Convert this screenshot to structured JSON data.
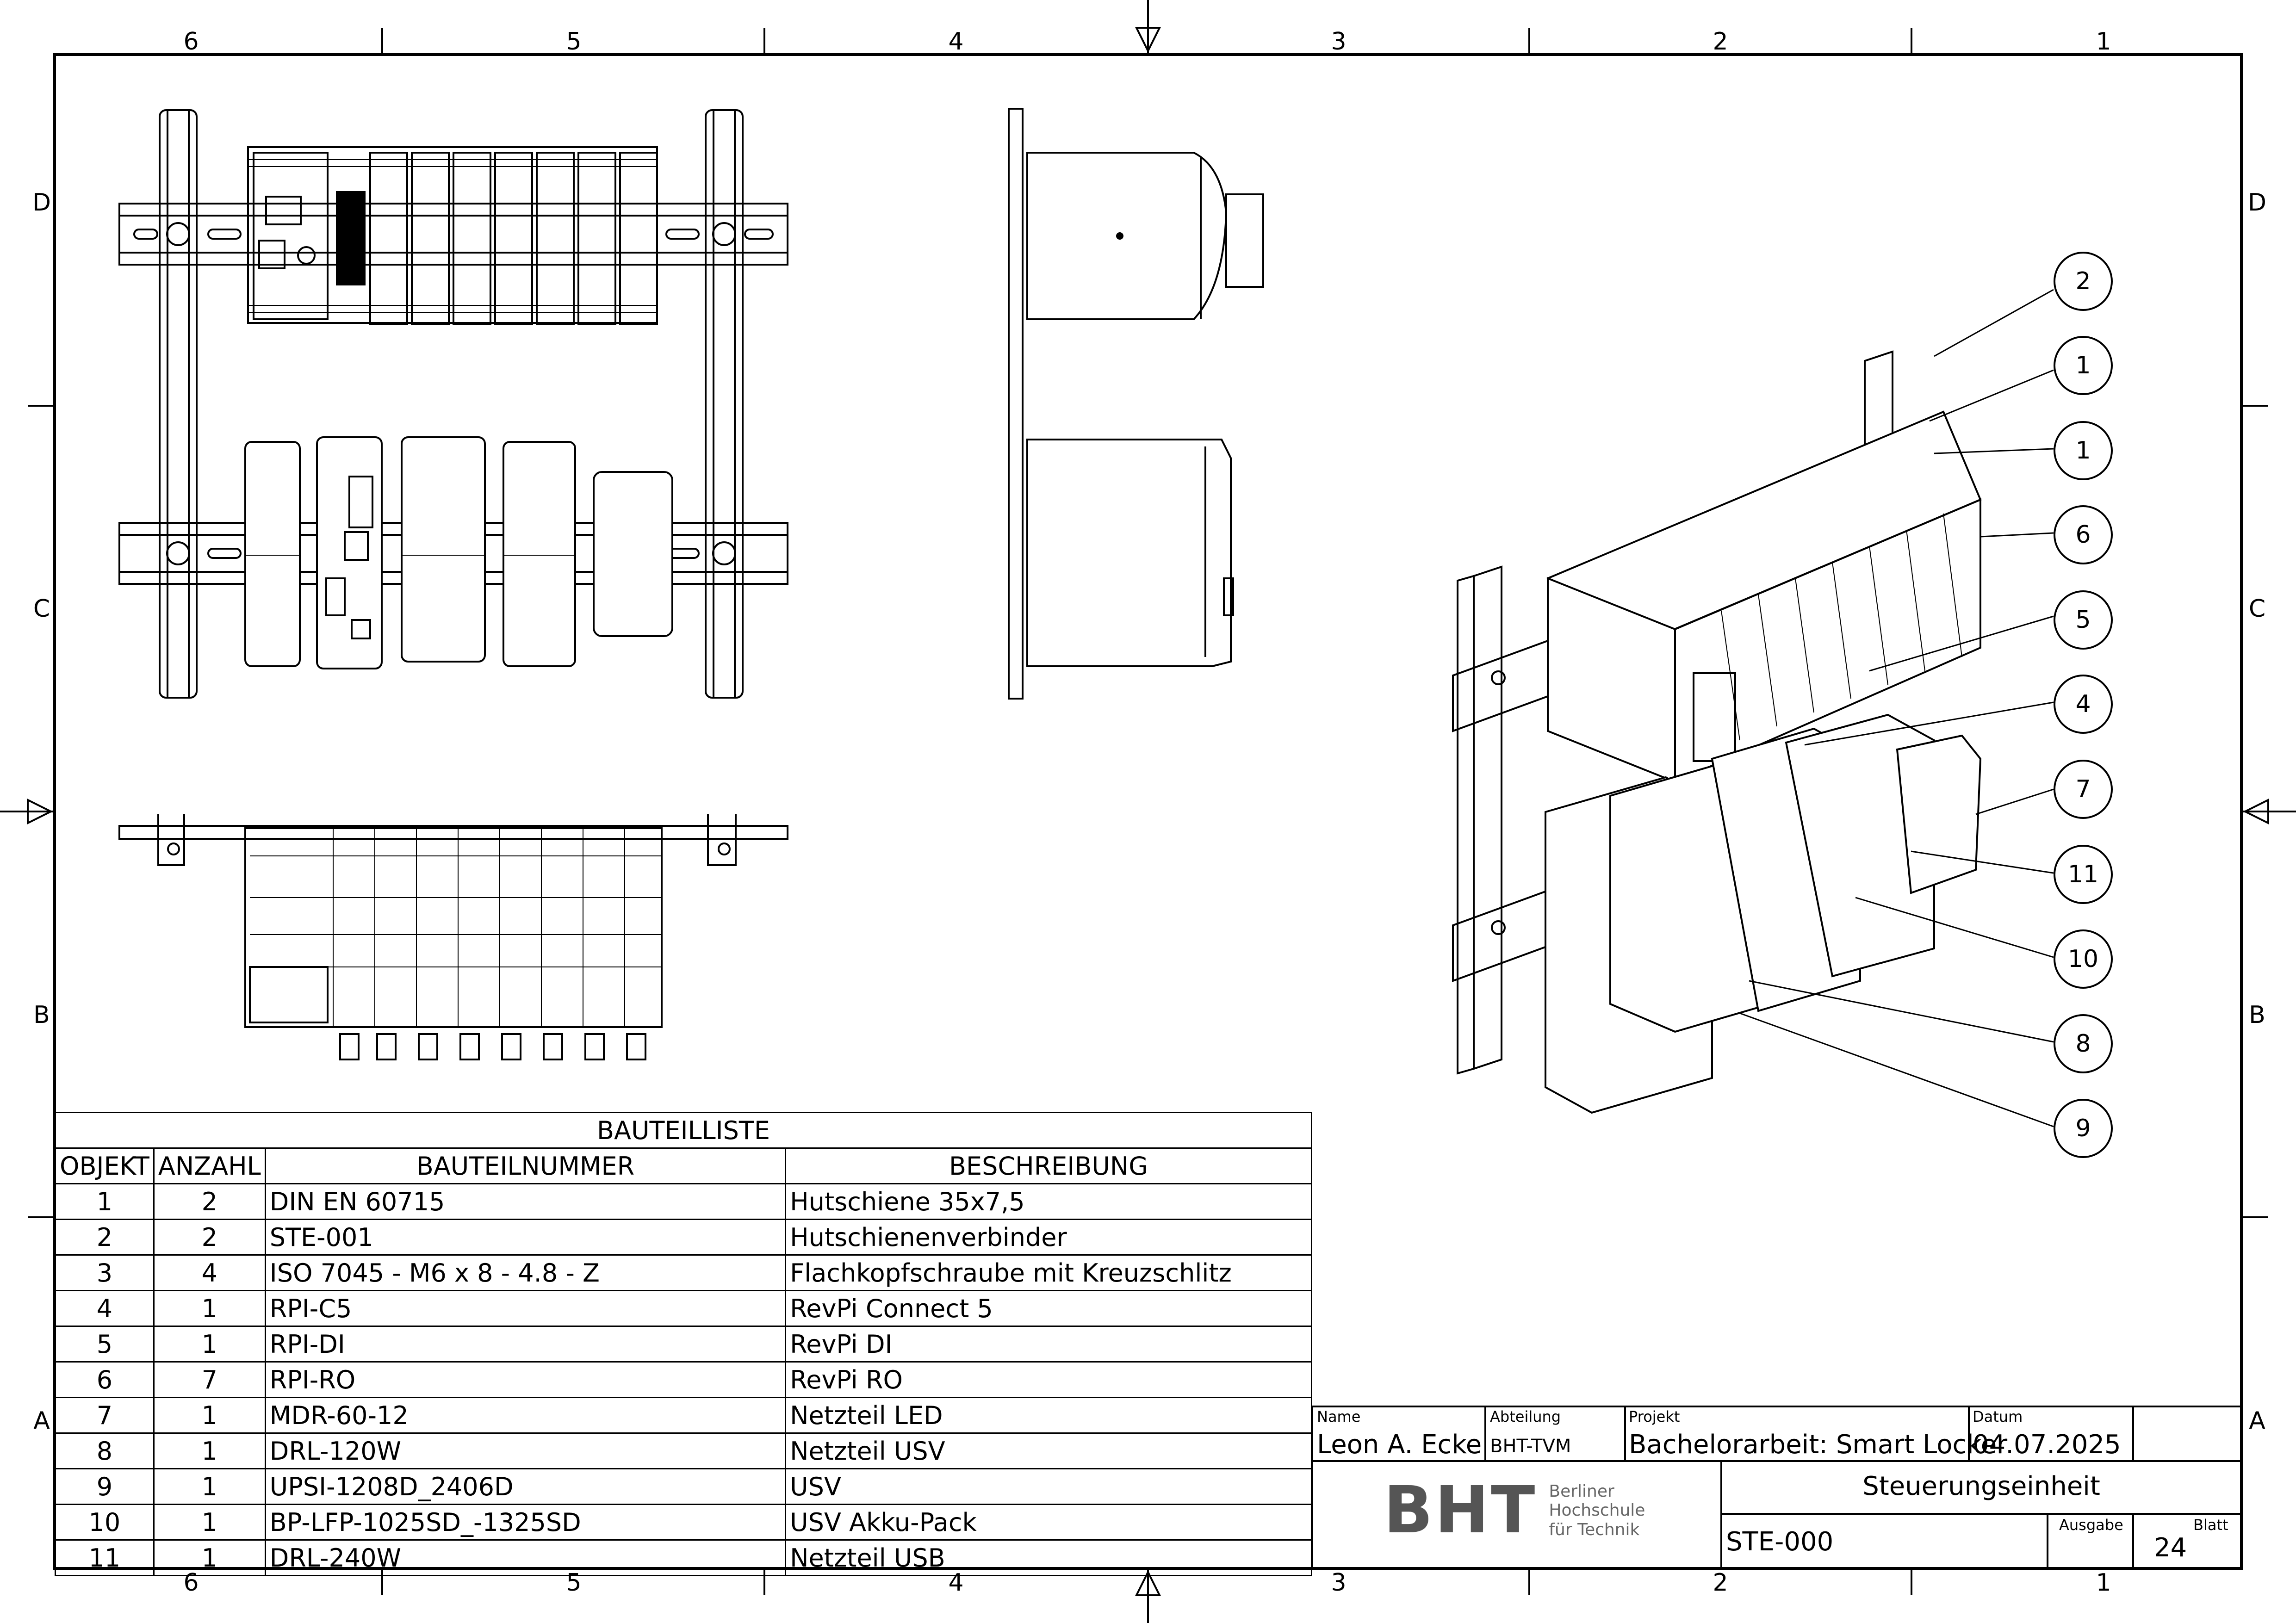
{
  "zones": {
    "columns": [
      "6",
      "5",
      "4",
      "3",
      "2",
      "1"
    ],
    "rows": [
      "D",
      "C",
      "B",
      "A"
    ]
  },
  "bom": {
    "title": "BAUTEILLISTE",
    "headers": {
      "objekt": "OBJEKT",
      "anzahl": "ANZAHL",
      "teil": "BAUTEILNUMMER",
      "beschreibung": "BESCHREIBUNG"
    },
    "rows": [
      {
        "objekt": "1",
        "anzahl": "2",
        "teil": "DIN EN 60715",
        "beschreibung": "Hutschiene 35x7,5"
      },
      {
        "objekt": "2",
        "anzahl": "2",
        "teil": "STE-001",
        "beschreibung": "Hutschienenverbinder"
      },
      {
        "objekt": "3",
        "anzahl": "4",
        "teil": "ISO 7045 - M6 x 8 - 4.8 - Z",
        "beschreibung": "Flachkopfschraube mit Kreuzschlitz"
      },
      {
        "objekt": "4",
        "anzahl": "1",
        "teil": "RPI-C5",
        "beschreibung": "RevPi Connect 5"
      },
      {
        "objekt": "5",
        "anzahl": "1",
        "teil": "RPI-DI",
        "beschreibung": "RevPi DI"
      },
      {
        "objekt": "6",
        "anzahl": "7",
        "teil": "RPI-RO",
        "beschreibung": "RevPi RO"
      },
      {
        "objekt": "7",
        "anzahl": "1",
        "teil": "MDR-60-12",
        "beschreibung": "Netzteil LED"
      },
      {
        "objekt": "8",
        "anzahl": "1",
        "teil": "DRL-120W",
        "beschreibung": "Netzteil USV"
      },
      {
        "objekt": "9",
        "anzahl": "1",
        "teil": "UPSI-1208D_2406D",
        "beschreibung": "USV"
      },
      {
        "objekt": "10",
        "anzahl": "1",
        "teil": "BP-LFP-1025SD_-1325SD",
        "beschreibung": "USV Akku-Pack"
      },
      {
        "objekt": "11",
        "anzahl": "1",
        "teil": "DRL-240W",
        "beschreibung": "Netzteil USB"
      }
    ]
  },
  "title_block": {
    "name_label": "Name",
    "name": "Leon A. Ecke",
    "abteilung_label": "Abteilung",
    "abteilung": "BHT-TVM",
    "projekt_label": "Projekt",
    "projekt": "Bachelorarbeit: Smart Locker",
    "datum_label": "Datum",
    "datum": "04.07.2025",
    "logo_text": "BHT",
    "logo_line1": "Berliner",
    "logo_line2": "Hochschule",
    "logo_line3": "für Technik",
    "titel": "Steuerungseinheit",
    "zeichnungsnr": "STE-000",
    "ausgabe_label": "Ausgabe",
    "ausgabe": "",
    "blatt_label": "Blatt",
    "blatt": "24"
  },
  "balloons": [
    "2",
    "1",
    "1",
    "6",
    "5",
    "4",
    "7",
    "11",
    "10",
    "8",
    "9"
  ]
}
